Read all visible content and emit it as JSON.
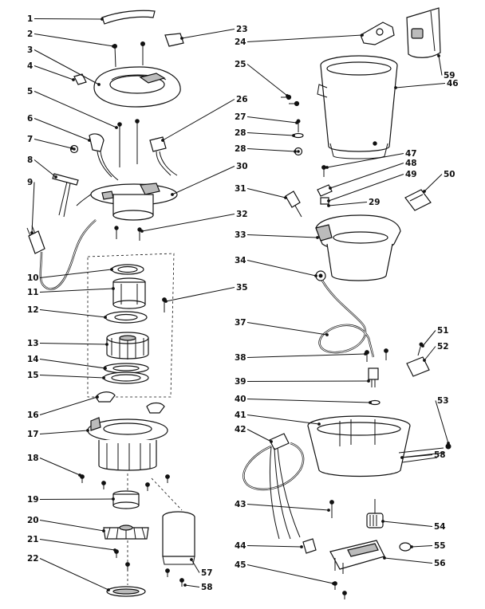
{
  "diagram": {
    "type": "exploded-parts-diagram",
    "callouts": [
      {
        "n": "1",
        "side": "L"
      },
      {
        "n": "2",
        "side": "L"
      },
      {
        "n": "3",
        "side": "L"
      },
      {
        "n": "4",
        "side": "L"
      },
      {
        "n": "5",
        "side": "L"
      },
      {
        "n": "6",
        "side": "L"
      },
      {
        "n": "7",
        "side": "L"
      },
      {
        "n": "8",
        "side": "L"
      },
      {
        "n": "9",
        "side": "L"
      },
      {
        "n": "10",
        "side": "L"
      },
      {
        "n": "11",
        "side": "L"
      },
      {
        "n": "12",
        "side": "L"
      },
      {
        "n": "13",
        "side": "L"
      },
      {
        "n": "14",
        "side": "L"
      },
      {
        "n": "15",
        "side": "L"
      },
      {
        "n": "16",
        "side": "L"
      },
      {
        "n": "17",
        "side": "L"
      },
      {
        "n": "18",
        "side": "L"
      },
      {
        "n": "19",
        "side": "L"
      },
      {
        "n": "20",
        "side": "L"
      },
      {
        "n": "21",
        "side": "L"
      },
      {
        "n": "22",
        "side": "L"
      },
      {
        "n": "23",
        "side": "R"
      },
      {
        "n": "24",
        "side": "L"
      },
      {
        "n": "25",
        "side": "L"
      },
      {
        "n": "26",
        "side": "R"
      },
      {
        "n": "27",
        "side": "L"
      },
      {
        "n": "28",
        "side": "L"
      },
      {
        "n": "28",
        "side": "L"
      },
      {
        "n": "29",
        "side": "R"
      },
      {
        "n": "30",
        "side": "R"
      },
      {
        "n": "31",
        "side": "L"
      },
      {
        "n": "32",
        "side": "R"
      },
      {
        "n": "33",
        "side": "L"
      },
      {
        "n": "34",
        "side": "L"
      },
      {
        "n": "35",
        "side": "R"
      },
      {
        "n": "37",
        "side": "L"
      },
      {
        "n": "38",
        "side": "L"
      },
      {
        "n": "39",
        "side": "L"
      },
      {
        "n": "40",
        "side": "L"
      },
      {
        "n": "41",
        "side": "L"
      },
      {
        "n": "42",
        "side": "L"
      },
      {
        "n": "43",
        "side": "L"
      },
      {
        "n": "44",
        "side": "L"
      },
      {
        "n": "45",
        "side": "L"
      },
      {
        "n": "46",
        "side": "R"
      },
      {
        "n": "47",
        "side": "R"
      },
      {
        "n": "48",
        "side": "R"
      },
      {
        "n": "49",
        "side": "R"
      },
      {
        "n": "50",
        "side": "R"
      },
      {
        "n": "51",
        "side": "R"
      },
      {
        "n": "52",
        "side": "R"
      },
      {
        "n": "53",
        "side": "R"
      },
      {
        "n": "54",
        "side": "R"
      },
      {
        "n": "55",
        "side": "R"
      },
      {
        "n": "56",
        "side": "R"
      },
      {
        "n": "57",
        "side": "R"
      },
      {
        "n": "58",
        "side": "R"
      },
      {
        "n": "58",
        "side": "R"
      },
      {
        "n": "59",
        "side": "R"
      }
    ]
  }
}
